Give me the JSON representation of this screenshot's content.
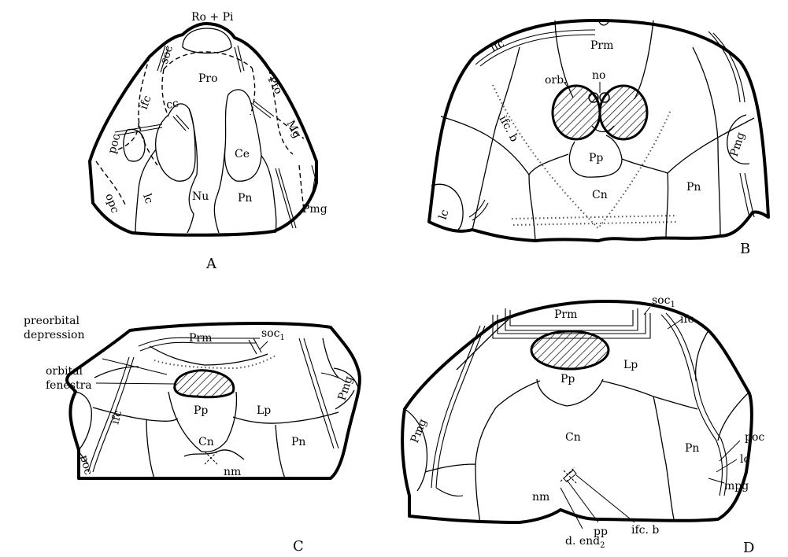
{
  "panels": {
    "A": {
      "letter": "A",
      "labels": {
        "ropi": "Ro + Pi",
        "soc": "soc",
        "pro": "Pro",
        "ifc": "ifc",
        "cc": "cc",
        "ptoMg": "Pto",
        "mg": "Mg",
        "poc": "poc",
        "ce": "Ce",
        "opc": "opc",
        "lc": "lc",
        "nu": "Nu",
        "pn": "Pn",
        "pmg": "Pmg"
      }
    },
    "B": {
      "letter": "B",
      "labels": {
        "ifc": "ifc",
        "prm": "Prm",
        "no": "no",
        "orb": "orb.",
        "ifcb": "ifc. b",
        "pp": "Pp",
        "pmg": "Pmg",
        "lc": "lc",
        "cn": "Cn",
        "pn": "Pn"
      }
    },
    "C": {
      "letter": "C",
      "labels": {
        "preorbital1": "preorbital",
        "preorbital2": "depression",
        "soc": "soc",
        "socSub": "1",
        "prm": "Prm",
        "orbital1": "orbital",
        "orbital2": "fenestra",
        "pp": "Pp",
        "lp": "Lp",
        "ifc": "ifc",
        "pmg": "Pmg",
        "poc": "poc",
        "cn": "Cn",
        "pn": "Pn",
        "nm": "nm"
      }
    },
    "D": {
      "letter": "D",
      "labels": {
        "prm": "Prm",
        "soc": "soc",
        "socSub": "1",
        "ifc": "ifc",
        "lp": "Lp",
        "pp": "Pp",
        "pmg": "Pmg",
        "poc": "poc",
        "cn": "Cn",
        "pn": "Pn",
        "lc": "lc",
        "mpg": "mpg",
        "nm": "nm",
        "ppLower": "pp",
        "ifcb": "ifc. b",
        "dend": "d. end",
        "dendSub": "2"
      }
    }
  }
}
